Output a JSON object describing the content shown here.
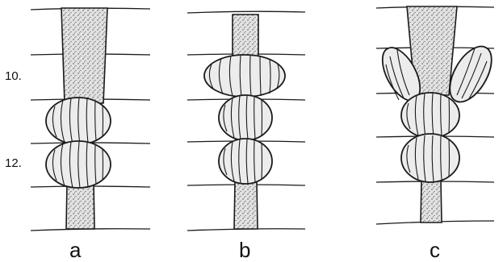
{
  "row_labels": [
    "10.",
    "12."
  ],
  "panel_labels": [
    "a",
    "b",
    "c"
  ]
}
